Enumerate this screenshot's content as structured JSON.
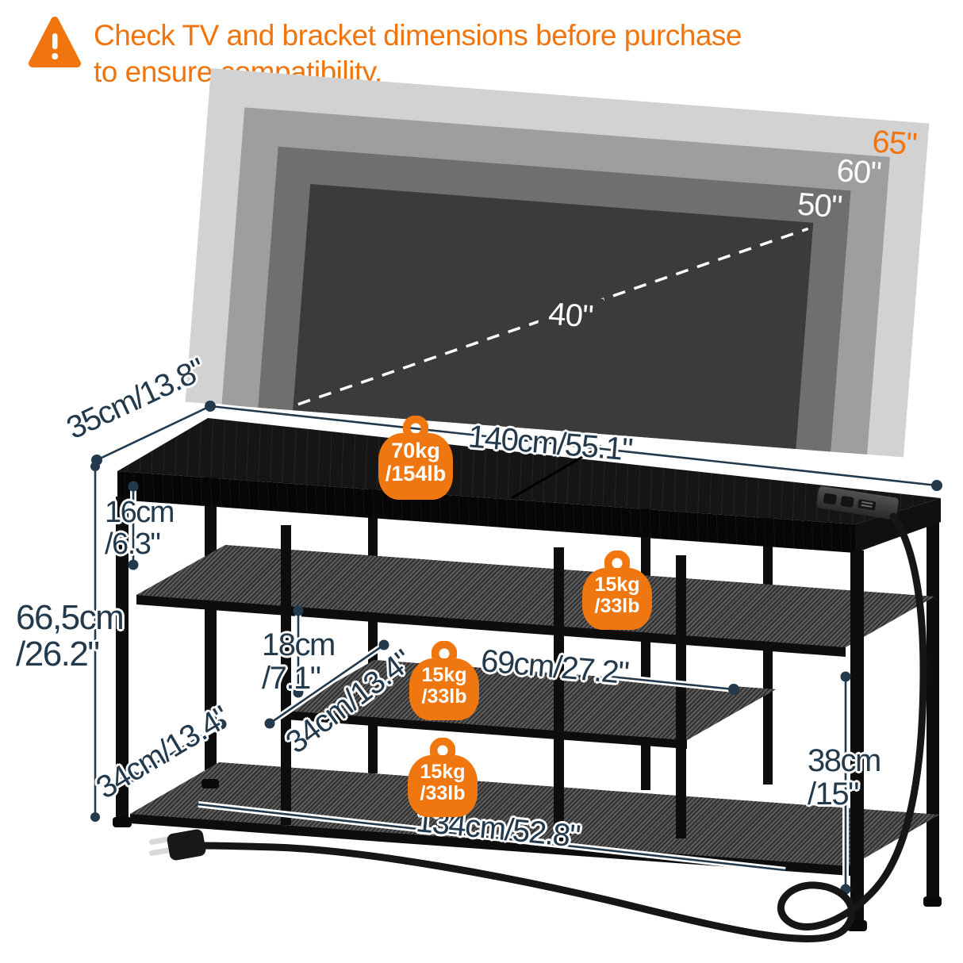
{
  "colors": {
    "accent_orange": "#F0750F",
    "dimension_navy": "#233A4D"
  },
  "header": {
    "line1": "Check TV and bracket dimensions before purchase",
    "line2": "to ensure compatibility."
  },
  "tv": {
    "sizes": [
      {
        "label": "65\""
      },
      {
        "label": "60\""
      },
      {
        "label": "50\""
      },
      {
        "label": "40\""
      }
    ]
  },
  "dims": {
    "depth": "35cm/13.8\"",
    "width": "140cm/55.1\"",
    "gap_top": {
      "l1": "16cm",
      "l2": "/6.3\""
    },
    "total_height": {
      "l1": "66,5cm",
      "l2": "/26.2\""
    },
    "gap_mid": {
      "l1": "18cm",
      "l2": "/7.1\""
    },
    "depth_mid_shelf": "34cm/13.4\"",
    "depth_bottom_shelf": "34cm/13.4\"",
    "width_mid_shelf": "69cm/27.2\"",
    "gap_right": {
      "l1": "38cm",
      "l2": "/15\""
    },
    "width_bottom_shelf": "134cm/52.8\""
  },
  "capacity": {
    "top": {
      "kg": "70kg",
      "lb": "/154lb"
    },
    "upper_shelf": {
      "kg": "15kg",
      "lb": "/33lb"
    },
    "middle_shelf": {
      "kg": "15kg",
      "lb": "/33lb"
    },
    "bottom_shelf": {
      "kg": "15kg",
      "lb": "/33lb"
    }
  }
}
